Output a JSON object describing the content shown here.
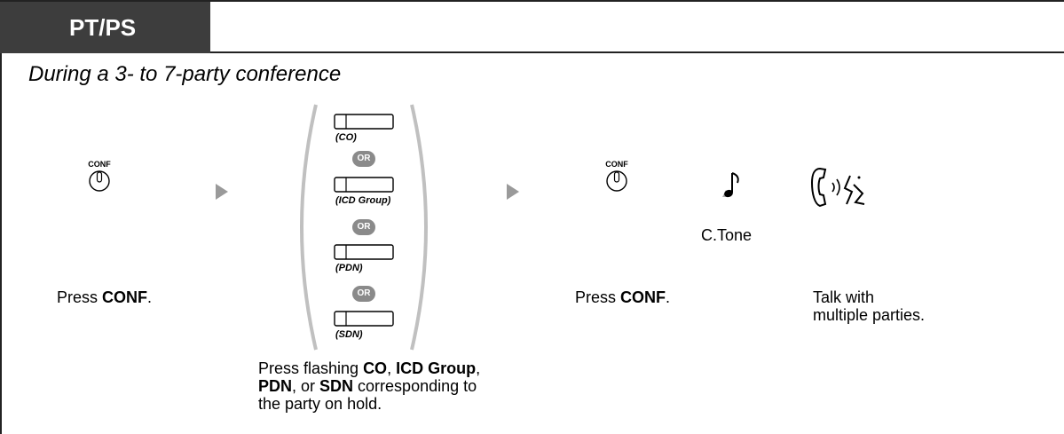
{
  "header": {
    "tab_label": "PT/PS"
  },
  "subtitle": "During a 3- to 7-party conference",
  "step1": {
    "button_label": "CONF",
    "text_prefix": "Press ",
    "text_bold": "CONF",
    "text_suffix": "."
  },
  "step2": {
    "keys": [
      "(CO)",
      "(ICD Group)",
      "(PDN)",
      "(SDN)"
    ],
    "or_label": "OR",
    "desc": {
      "p1": "Press flashing ",
      "b1": "CO",
      "p2": ", ",
      "b2": "ICD Group",
      "p3": ",",
      "b3": "PDN",
      "p4": ", or ",
      "b4": "SDN",
      "p5": " corresponding to",
      "line3": "the party on hold."
    }
  },
  "step3": {
    "button_label": "CONF",
    "text_prefix": "Press ",
    "text_bold": "CONF",
    "text_suffix": ".",
    "tone_label": "C.Tone",
    "tone_icon": "music-note-icon"
  },
  "step4": {
    "icon": "handset-talk-icon",
    "line1": "Talk with",
    "line2": "multiple parties."
  },
  "colors": {
    "tab_bg": "#3d3d3d",
    "arrow": "#9a9a9a",
    "or_badge": "#8a8a8a",
    "bracket": "#c0c0c0"
  }
}
